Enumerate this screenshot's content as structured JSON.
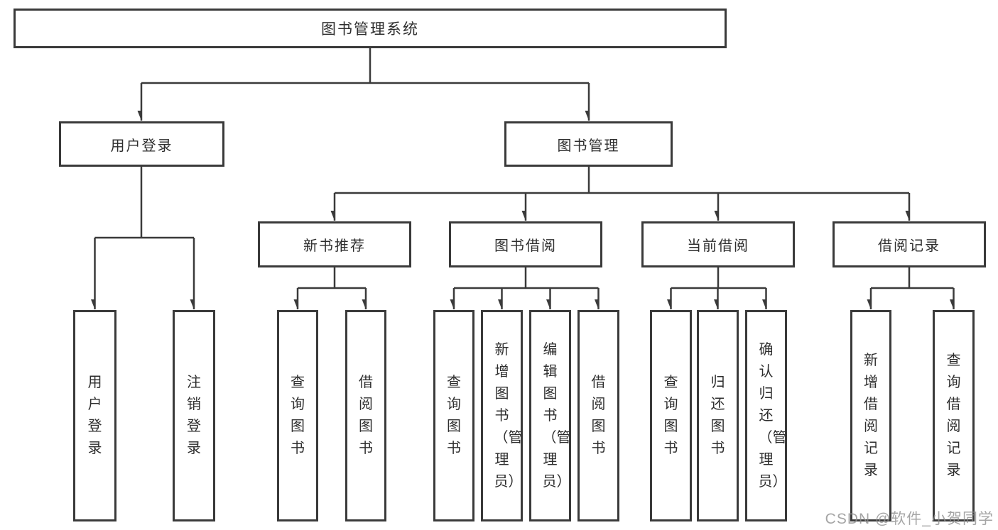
{
  "tree": {
    "label": "图书管理系统",
    "children": [
      {
        "label": "用户登录",
        "children": [
          {
            "label": "用户登录"
          },
          {
            "label": "注销登录"
          }
        ]
      },
      {
        "label": "图书管理",
        "children": [
          {
            "label": "新书推荐",
            "children": [
              {
                "label": "查询图书"
              },
              {
                "label": "借阅图书"
              }
            ]
          },
          {
            "label": "图书借阅",
            "children": [
              {
                "label": "查询图书"
              },
              {
                "label": "新增图书（管理员）"
              },
              {
                "label": "编辑图书（管理员）"
              },
              {
                "label": "借阅图书"
              }
            ]
          },
          {
            "label": "当前借阅",
            "children": [
              {
                "label": "查询图书"
              },
              {
                "label": "归还图书"
              },
              {
                "label": "确认归还（管理员）"
              }
            ]
          },
          {
            "label": "借阅记录",
            "children": [
              {
                "label": "新增借阅记录"
              },
              {
                "label": "查询借阅记录"
              }
            ]
          }
        ]
      }
    ]
  },
  "watermark": {
    "text": "CSDN @软件_小贺同学"
  },
  "colors": {
    "line": "#3a3a3a",
    "box_border": "#3a3a3a",
    "text": "#2e2e2e",
    "watermark": "#8f8f8f"
  }
}
